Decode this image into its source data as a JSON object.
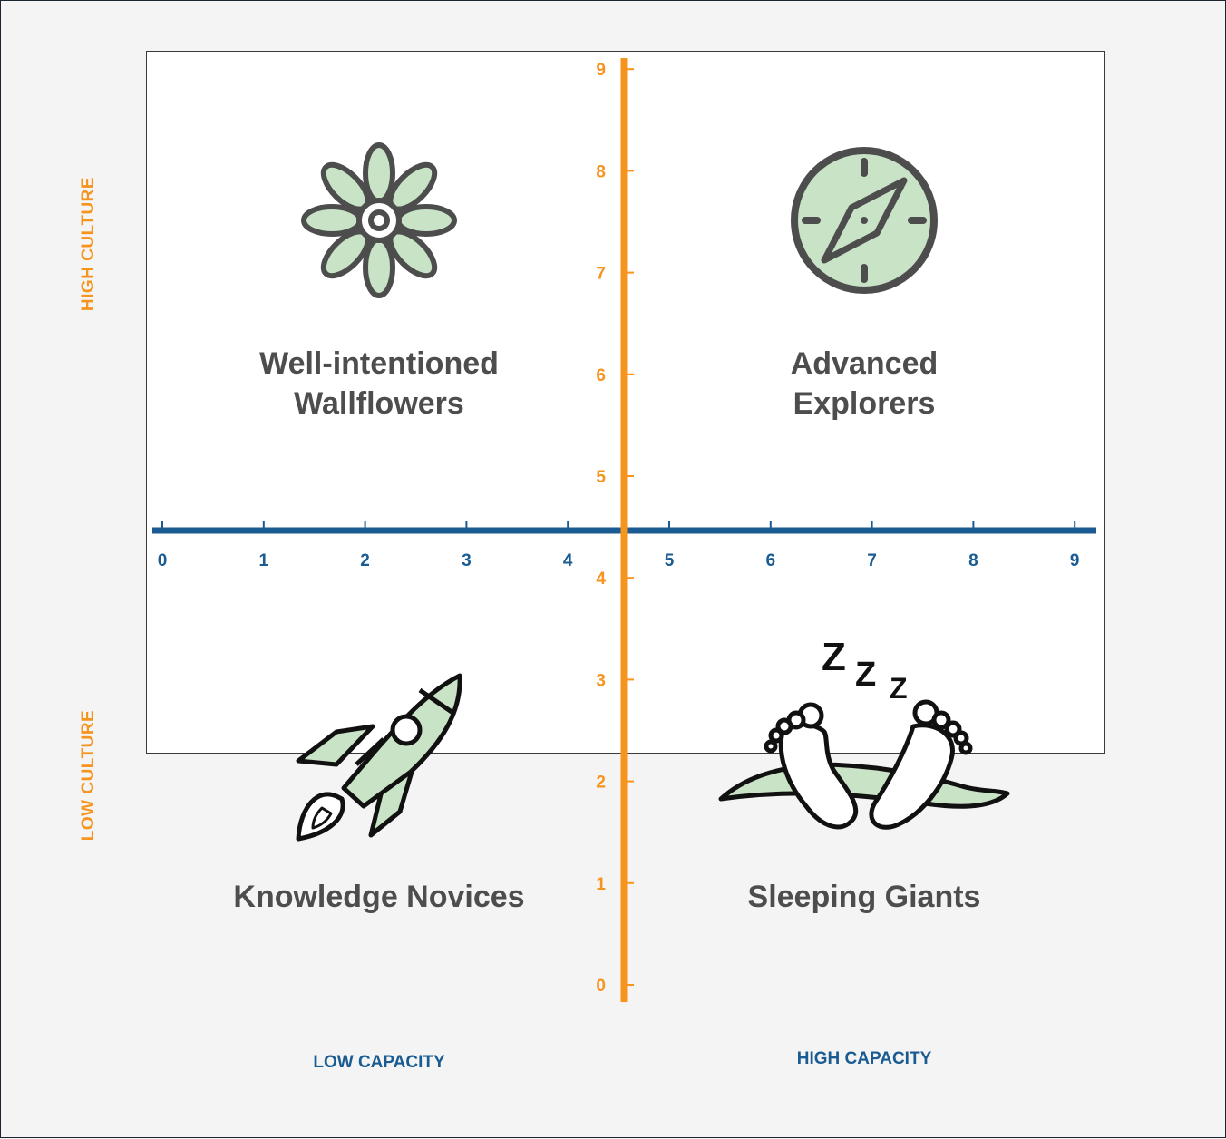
{
  "labels": {
    "high_culture": "HIGH CULTURE",
    "low_culture": "LOW CULTURE",
    "low_capacity": "LOW CAPACITY",
    "high_capacity": "HIGH CAPACITY"
  },
  "quadrants": {
    "top_left": {
      "line1": "Well-intentioned",
      "line2": "Wallflowers",
      "icon": "flower-icon"
    },
    "top_right": {
      "line1": "Advanced",
      "line2": "Explorers",
      "icon": "compass-icon"
    },
    "bottom_left": {
      "line1": "Knowledge Novices",
      "icon": "rocket-icon"
    },
    "bottom_right": {
      "line1": "Sleeping Giants",
      "icon": "sleeping-feet-icon"
    }
  },
  "sleep_text": [
    "Z",
    "Z",
    "Z"
  ],
  "colors": {
    "capacity_axis": "#1a5b92",
    "culture_axis": "#f7941d",
    "icon_fill": "#c9e3c6",
    "icon_stroke": "#4d4d4d"
  },
  "chart_data": {
    "type": "quadrant",
    "x_ticks": [
      "0",
      "1",
      "2",
      "3",
      "4",
      "5",
      "6",
      "7",
      "8",
      "9"
    ],
    "y_ticks": [
      "0",
      "1",
      "2",
      "3",
      "4",
      "5",
      "6",
      "7",
      "8",
      "9"
    ],
    "xlim": [
      0,
      9
    ],
    "ylim": [
      0,
      9
    ]
  }
}
